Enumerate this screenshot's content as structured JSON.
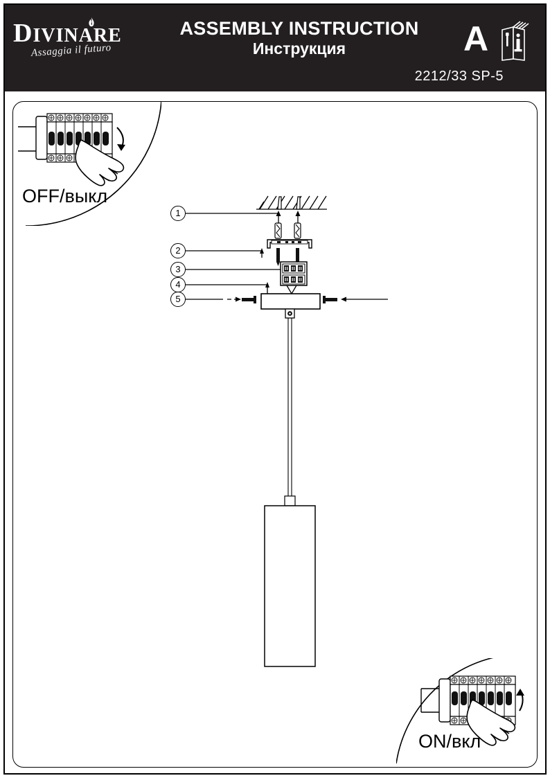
{
  "document": {
    "type": "assembly-instruction-sheet",
    "page_size": "794x1123"
  },
  "header": {
    "brand": {
      "name": "DIVINARE",
      "name_first_letter": "D",
      "name_rest": "IVINARE",
      "tagline": "Assaggia il futuro",
      "flame_icon": "flame-icon"
    },
    "title_en": "ASSEMBLY INSTRUCTION",
    "title_ru": "Инструкция",
    "model": "2212/33 SP-5",
    "badge": {
      "letter": "A",
      "icon": "instruction-booklet-icon",
      "book_symbols": [
        "screwdriver-icon",
        "info-i-icon"
      ]
    },
    "background_color": "#231f20",
    "text_color": "#ffffff"
  },
  "insets": {
    "off": {
      "label": "OFF/выкл",
      "icon": "circuit-breaker-panel-icon",
      "hand_icon": "hand-pointing-icon",
      "arrow_direction": "down",
      "breaker_count": 7
    },
    "on": {
      "label": "ON/вкл",
      "icon": "circuit-breaker-panel-icon",
      "hand_icon": "hand-pointing-icon",
      "arrow_direction": "up",
      "breaker_count": 7
    }
  },
  "diagram": {
    "callouts": [
      {
        "number": "1",
        "part": "ceiling-anchor-plug"
      },
      {
        "number": "2",
        "part": "mounting-bracket-screw"
      },
      {
        "number": "3",
        "part": "terminal-block"
      },
      {
        "number": "4",
        "part": "canopy"
      },
      {
        "number": "5",
        "part": "canopy-set-screw"
      }
    ],
    "parts": {
      "ceiling": "hatched-ceiling",
      "anchors": "wall-anchor-icon",
      "bracket": "mounting-bracket-icon",
      "terminal_block": "terminal-block-icon",
      "canopy": "canopy-icon",
      "cable": "suspension-cable",
      "shade": "cylindrical-pendant-shade"
    }
  },
  "colors": {
    "line": "#000000",
    "header_bg": "#231f20",
    "page_bg": "#ffffff"
  }
}
